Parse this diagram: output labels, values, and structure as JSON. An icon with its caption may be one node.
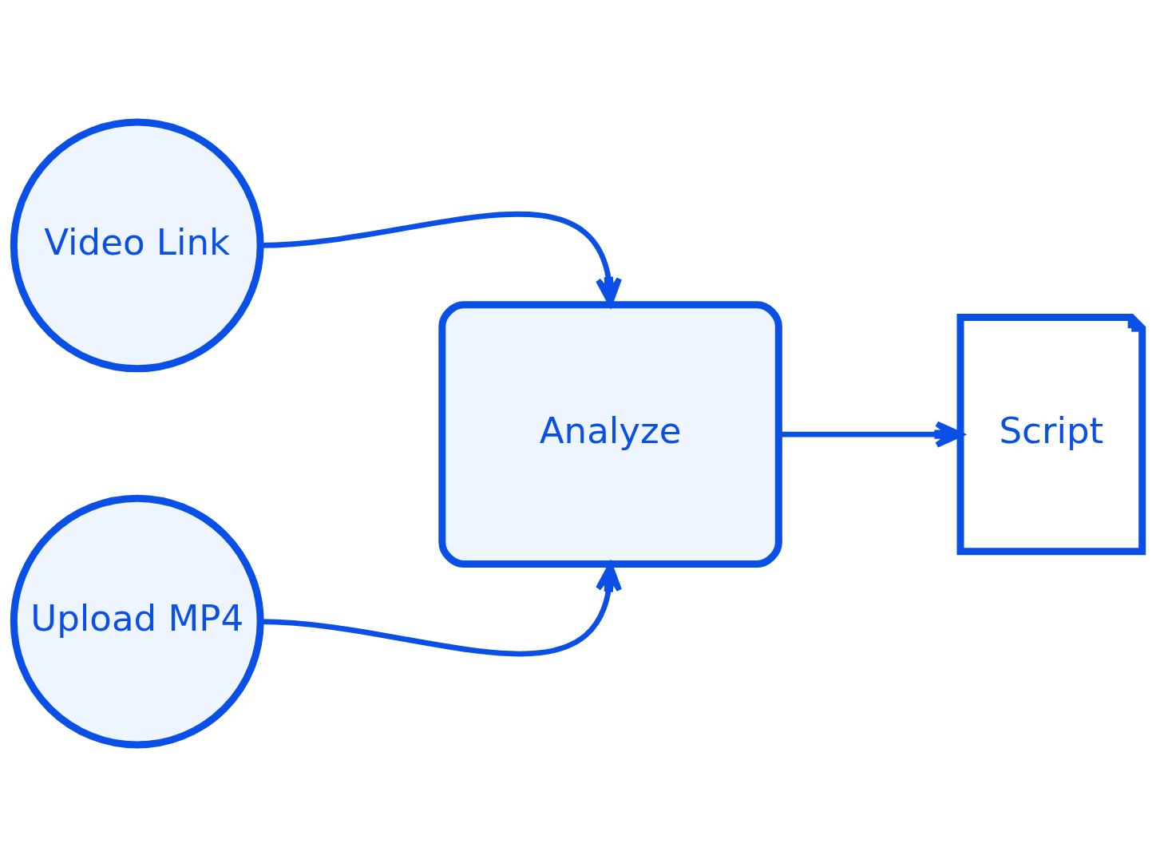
{
  "diagram": {
    "nodes": [
      {
        "text": [
          "Video Link"
        ]
      },
      {
        "text": [
          "Upload MP4"
        ]
      },
      {
        "text": [
          "Analyze"
        ]
      },
      {
        "text": [
          "Script"
        ]
      }
    ],
    "edges": [
      {
        "from": 0,
        "to": 2,
        "arrow": "to"
      },
      {
        "from": 1,
        "to": 2,
        "arrow": "to"
      },
      {
        "from": 2,
        "to": 3,
        "arrow": "to"
      }
    ]
  }
}
